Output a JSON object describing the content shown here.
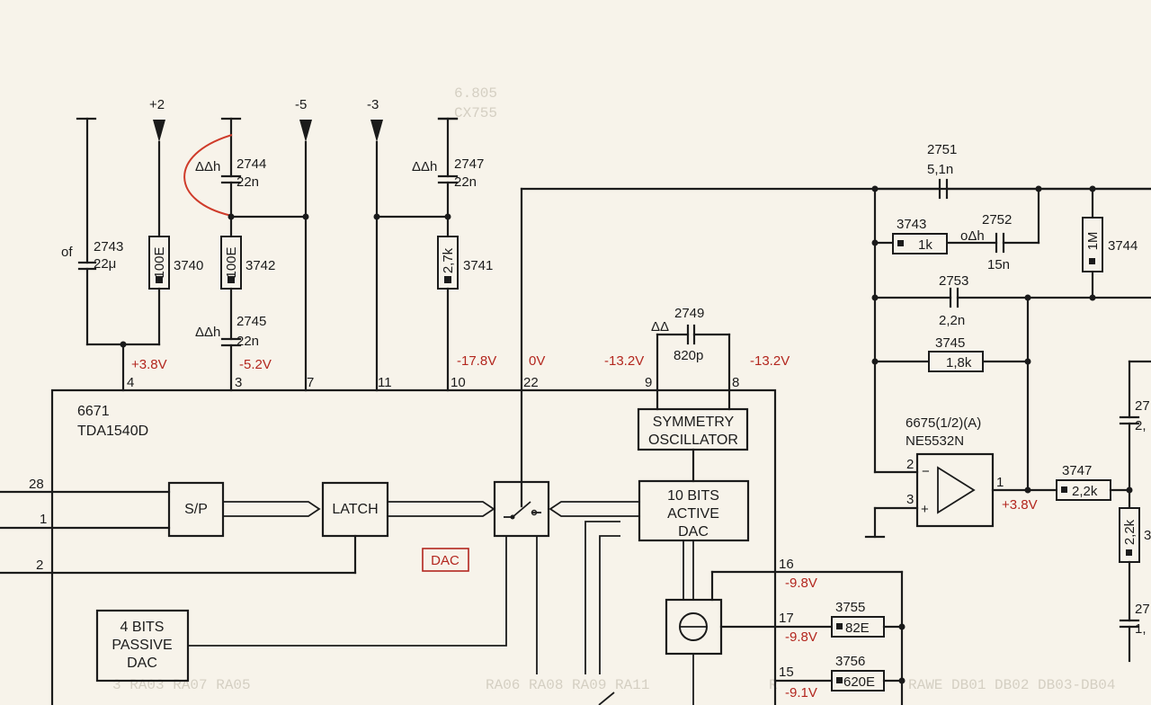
{
  "colors": {
    "paper": "#f7f3ea",
    "ink": "#1b1b1b",
    "annotation": "#b3261e"
  },
  "supplies": {
    "plus2": "+2",
    "minus5": "-5",
    "minus3": "-3"
  },
  "components": {
    "c2743": {
      "ref": "2743",
      "value": "22μ",
      "note": "of"
    },
    "r3740": {
      "ref": "3740",
      "value": "100E"
    },
    "c2744": {
      "ref": "2744",
      "value": "22n",
      "note": "ΔΔh"
    },
    "r3742": {
      "ref": "3742",
      "value": "100E"
    },
    "c2745": {
      "ref": "2745",
      "value": "22n",
      "note": "ΔΔh"
    },
    "c2747": {
      "ref": "2747",
      "value": "22n",
      "note": "ΔΔh"
    },
    "r3741": {
      "ref": "3741",
      "value": "2,7k"
    },
    "c2749": {
      "ref": "2749",
      "value": "820p",
      "note": "ΔΔ"
    },
    "c2751": {
      "ref": "2751",
      "value": "5,1n"
    },
    "r3743": {
      "ref": "3743",
      "value": "1k"
    },
    "c2752": {
      "ref": "2752",
      "value": "15n",
      "note": "oΔh"
    },
    "r3744": {
      "ref": "3744",
      "value": "1M"
    },
    "c2753": {
      "ref": "2753",
      "value": "2,2n"
    },
    "r3745": {
      "ref": "3745",
      "value": "1,8k"
    },
    "r3747": {
      "ref": "3747",
      "value": "2,2k"
    },
    "r_right": {
      "value": "2,2k"
    },
    "r3755": {
      "ref": "3755",
      "value": "82E"
    },
    "r3756": {
      "ref": "3756",
      "value": "620E"
    }
  },
  "voltages": {
    "pin4": "+3.8V",
    "pin3": "-5.2V",
    "pin10": "-17.8V",
    "pin22": "0V",
    "pin9": "-13.2V",
    "pin8": "-13.2V",
    "opamp_out": "+3.8V",
    "pin16": "-9.8V",
    "pin17": "-9.8V",
    "pin15": "-9.1V"
  },
  "ic_main": {
    "ref": "6671",
    "part": "TDA1540D",
    "pins": {
      "p4": "4",
      "p3": "3",
      "p7": "7",
      "p11": "11",
      "p10": "10",
      "p22": "22",
      "p9": "9",
      "p8": "8",
      "p28": "28",
      "p1": "1",
      "p2": "2",
      "p16": "16",
      "p17": "17",
      "p15": "15"
    },
    "blocks": {
      "sp": "S/P",
      "latch": "LATCH",
      "symmetry": [
        "SYMMETRY",
        "OSCILLATOR"
      ],
      "active_dac": [
        "10 BITS",
        "ACTIVE",
        "DAC"
      ],
      "passive_dac": [
        "4 BITS",
        "PASSIVE",
        "DAC"
      ],
      "dac_label": "DAC"
    }
  },
  "opamp": {
    "ref": "6675(1/2)(A)",
    "part": "NE5532N",
    "pin_inv": "2",
    "pin_noninv": "3",
    "pin_out": "1",
    "minus": "−",
    "plus": "+"
  },
  "edge_partials": {
    "top1": "27",
    "top1_val": "2,",
    "r_right_pin": "3",
    "bottom1": "27",
    "bottom1_val": "1,"
  },
  "bleed_through": {
    "top": [
      "6.805",
      "CX755"
    ],
    "bottom": [
      "3 RA03 RA07 RA05",
      "RA06 RA08 RA09 RA11",
      "R",
      "RAWE DB01 DB02 DB03-DB04"
    ]
  }
}
